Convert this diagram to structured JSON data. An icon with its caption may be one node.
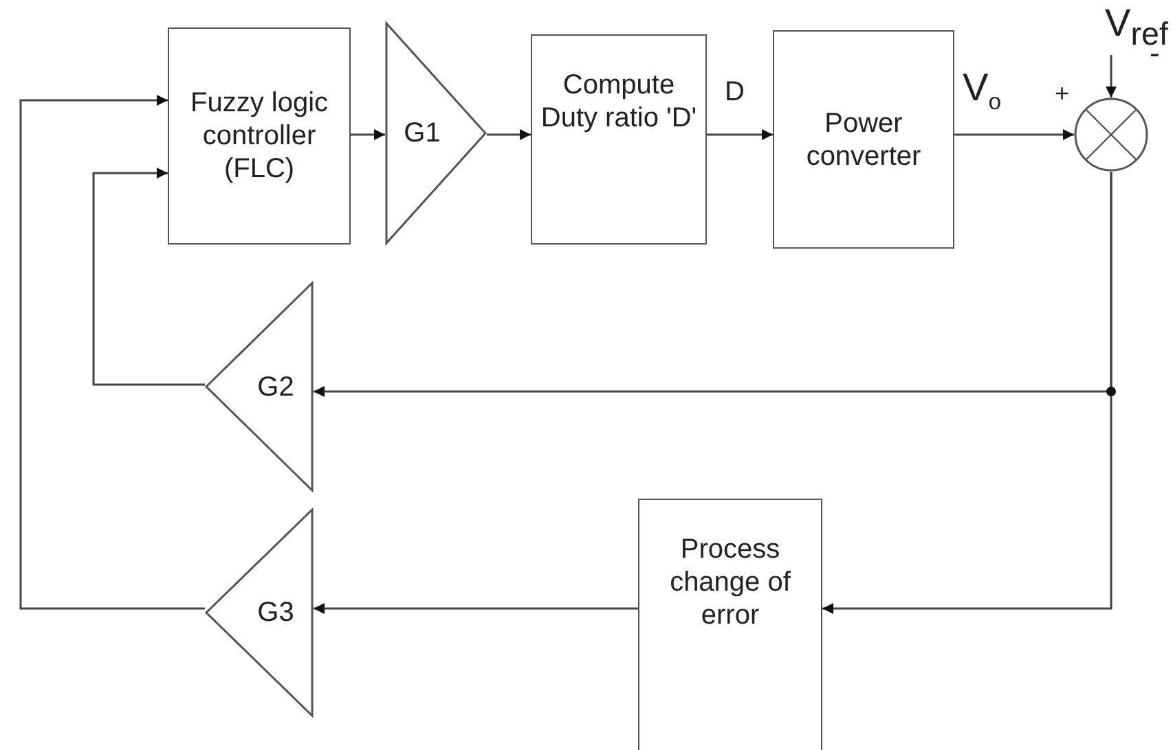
{
  "diagram": {
    "nodes": [
      {
        "text": [
          "Fuzzy logic controller (FLC)"
        ]
      },
      {
        "text": [
          "G1"
        ]
      },
      {
        "text": [
          "Compute Duty ratio 'D'"
        ]
      },
      {
        "text": [
          "Power converter"
        ]
      },
      {
        "text": [],
        "shape": "circle"
      },
      {
        "text": [
          "G2"
        ]
      },
      {
        "text": [
          "G3"
        ]
      },
      {
        "text": [
          "Process change of error"
        ]
      },
      {
        "text": [
          "V$_{ref}$"
        ]
      }
    ],
    "edges": [
      {
        "from": 0,
        "to": 1,
        "arrow": "to"
      },
      {
        "from": 1,
        "to": 2,
        "arrow": "to"
      },
      {
        "from": 2,
        "to": 3,
        "arrow": "to",
        "label": "D"
      },
      {
        "from": 3,
        "to": 4,
        "arrow": "to",
        "label": "V$_{o}$"
      },
      {
        "from": 8,
        "to": 4,
        "arrow": "to"
      },
      {
        "from": 4,
        "to": 5,
        "arrow": "to"
      },
      {
        "from": 4,
        "to": 7,
        "arrow": "to"
      },
      {
        "from": 7,
        "to": 6,
        "arrow": "to"
      },
      {
        "from": 5,
        "to": 0,
        "arrow": "to"
      },
      {
        "from": 6,
        "to": 0,
        "arrow": "to"
      }
    ],
    "labels": [
      "+",
      "-"
    ]
  }
}
